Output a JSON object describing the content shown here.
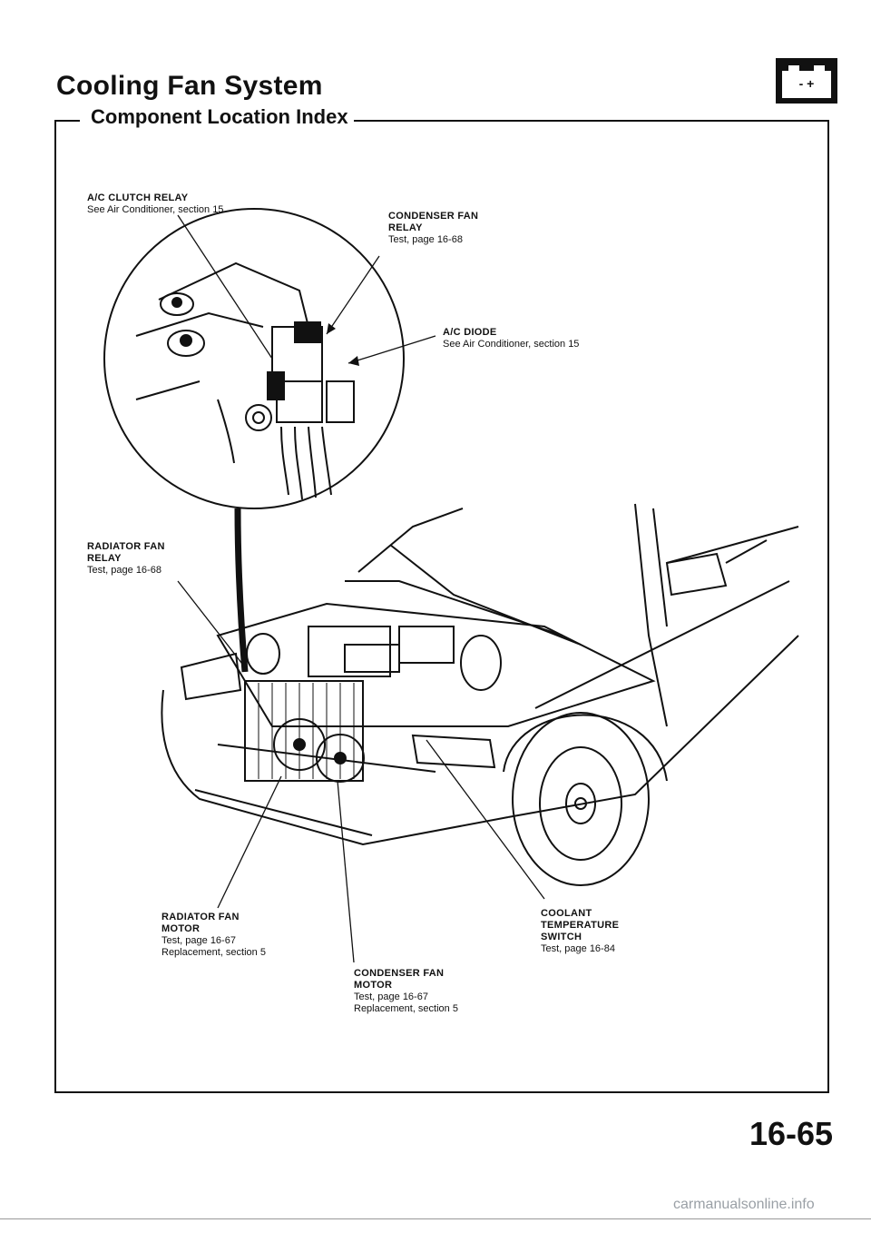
{
  "header": {
    "title": "Cooling Fan System",
    "subtitle": "Component Location Index",
    "battery_symbol": "- +"
  },
  "labels": {
    "ac_clutch_relay": {
      "heading": "A/C CLUTCH RELAY",
      "lines": [
        "See Air Conditioner, section 15"
      ]
    },
    "condenser_fan_relay": {
      "heading": [
        "CONDENSER FAN",
        "RELAY"
      ],
      "lines": [
        "Test, page 16-68"
      ]
    },
    "ac_diode": {
      "heading": "A/C DIODE",
      "lines": [
        "See Air Conditioner, section 15"
      ]
    },
    "radiator_fan_relay": {
      "heading": [
        "RADIATOR FAN",
        "RELAY"
      ],
      "lines": [
        "Test, page 16-68"
      ]
    },
    "radiator_fan_motor": {
      "heading": [
        "RADIATOR FAN",
        "MOTOR"
      ],
      "lines": [
        "Test, page 16-67",
        "Replacement, section 5"
      ]
    },
    "coolant_temp_switch": {
      "heading": [
        "COOLANT",
        "TEMPERATURE",
        "SWITCH"
      ],
      "lines": [
        "Test, page 16-84"
      ]
    },
    "condenser_fan_motor": {
      "heading": [
        "CONDENSER FAN",
        "MOTOR"
      ],
      "lines": [
        "Test, page 16-67",
        "Replacement, section 5"
      ]
    }
  },
  "footer": {
    "page_number": "16-65",
    "watermark": "carmanualsonline.info"
  }
}
